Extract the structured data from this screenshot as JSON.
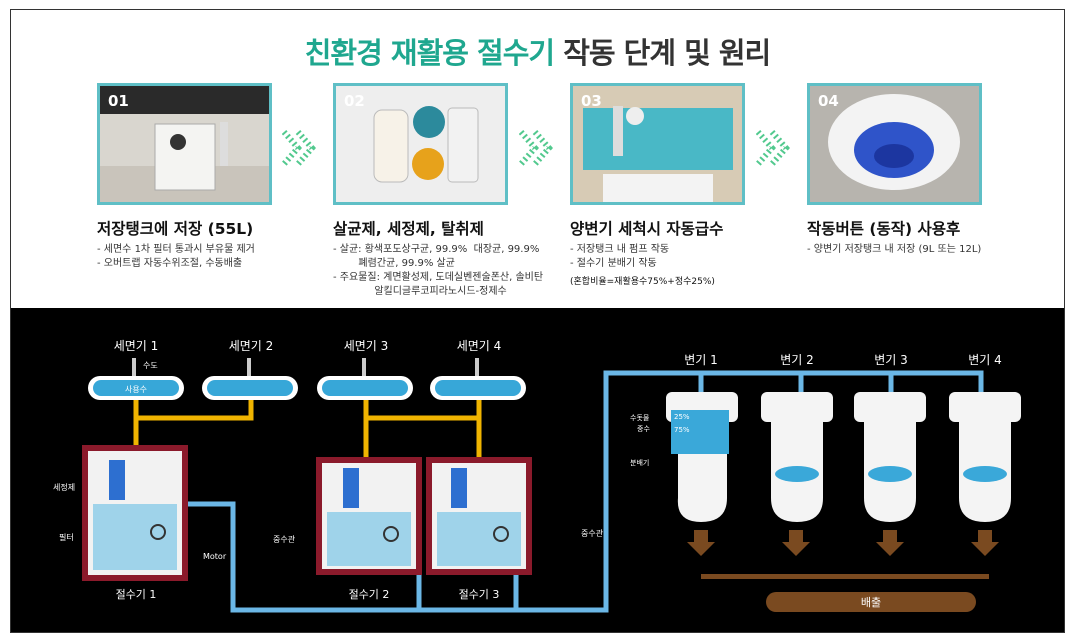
{
  "title": {
    "green": "친환경 재활용 절수기",
    "dark": "작동 단계 및 원리"
  },
  "steps": [
    {
      "num": "01",
      "title": "저장탱크에 저장 (55L)",
      "bullets": [
        "- 세면수 1차 필터 통과시 부유물 제거",
        "- 오버트랩 자동수위조절, 수동배출"
      ]
    },
    {
      "num": "02",
      "title": "살균제, 세정제, 탈취제",
      "bullets": [
        "- 살균: 황색포도상구균, 99.9%  대장균, 99.9%",
        "        폐렴간균, 99.9% 살균",
        "- 주요물질: 계면활성제, 도데실벤젠술폰산, 솔비탄",
        "             알킬디글루코피라노시드-정제수"
      ]
    },
    {
      "num": "03",
      "title": "양변기 세척시 자동급수",
      "bullets": [
        "- 저장탱크 내 펌프 작동",
        "- 절수기 분배기 작동"
      ],
      "note": "(혼합비율=재활용수75%+정수25%)"
    },
    {
      "num": "04",
      "title": "작동버튼 (동작) 사용후",
      "bullets": [
        "- 양변기 저장탱크 내 저장 (9L 또는 12L)"
      ]
    }
  ],
  "diagram": {
    "sinks": [
      "세면기 1",
      "세면기 2",
      "세면기 3",
      "세면기 4"
    ],
    "tap_label": "수도",
    "used_water": "사용수",
    "units": [
      "절수기 1",
      "절수기 2",
      "절수기 3"
    ],
    "detergent": "세정제",
    "filter": "필터",
    "motor": "Motor",
    "pipe_label": "중수관",
    "toilets": [
      "변기 1",
      "변기 2",
      "변기 3",
      "변기 4"
    ],
    "tank_labels": {
      "tap": "수돗물",
      "grey": "중수",
      "distributor": "분배기",
      "pct_tap": "25%",
      "pct_grey": "75%"
    },
    "drain": "배출"
  },
  "colors": {
    "accent": "#1fa78f",
    "frame": "#5fbfc6",
    "pipe_yellow": "#f0b400",
    "pipe_blue": "#6bb7e6",
    "unit_red": "#8b1a2b",
    "drain_brown": "#7a4a20"
  }
}
